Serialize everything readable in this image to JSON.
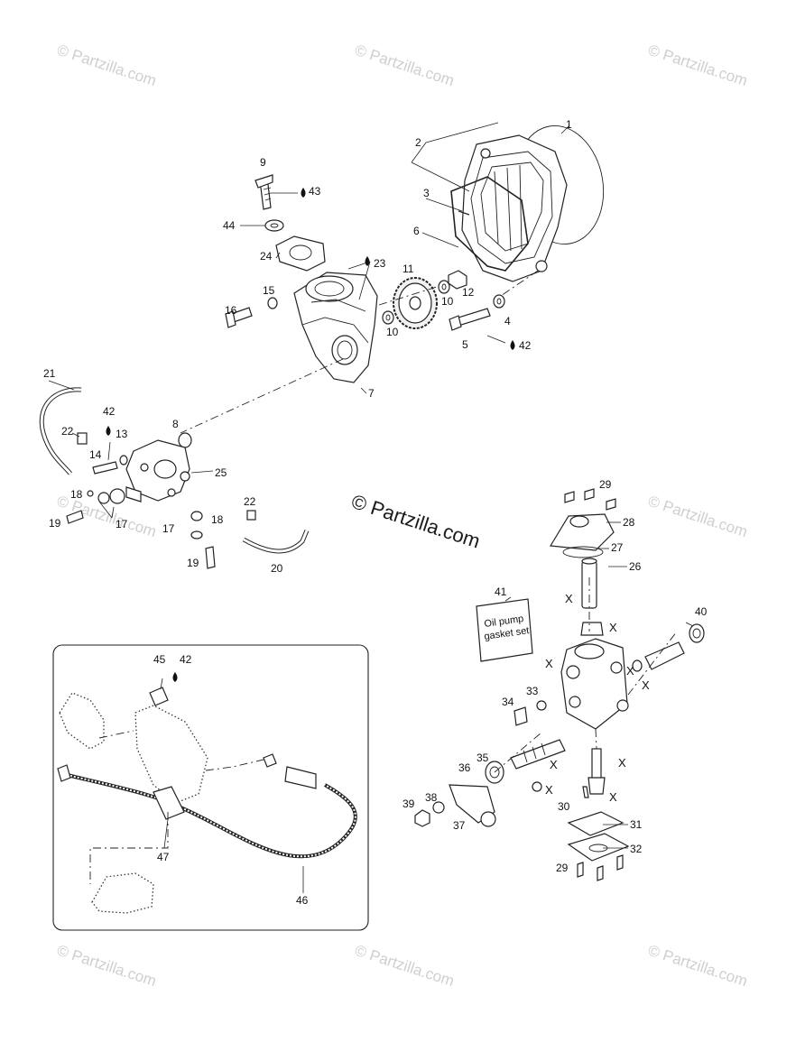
{
  "watermark": {
    "small_text": "© Partzilla.com",
    "main_text": "© Partzilla.com"
  },
  "kit_box_label": [
    "Oil pump",
    "gasket set"
  ],
  "marker": "X",
  "callouts": {
    "p1": "1",
    "p2": "2",
    "p3": "3",
    "p4": "4",
    "p5": "5",
    "p6": "6",
    "p7": "7",
    "p8": "8",
    "p9": "9",
    "p10": "10",
    "p11": "11",
    "p12": "12",
    "p13": "13",
    "p14": "14",
    "p15": "15",
    "p16": "16",
    "p17": "17",
    "p18": "18",
    "p19": "19",
    "p20": "20",
    "p21": "21",
    "p22": "22",
    "p23": "23",
    "p24": "24",
    "p25": "25",
    "p26": "26",
    "p27": "27",
    "p28": "28",
    "p29": "29",
    "p30": "30",
    "p31": "31",
    "p32": "32",
    "p33": "33",
    "p34": "34",
    "p35": "35",
    "p36": "36",
    "p37": "37",
    "p38": "38",
    "p39": "39",
    "p40": "40",
    "p41": "41",
    "p42": "42",
    "p43": "43",
    "p44": "44",
    "p45": "45",
    "p46": "46",
    "p47": "47"
  },
  "colors": {
    "ink": "#222222",
    "watermark": "#cfcfcf",
    "background": "#ffffff"
  }
}
